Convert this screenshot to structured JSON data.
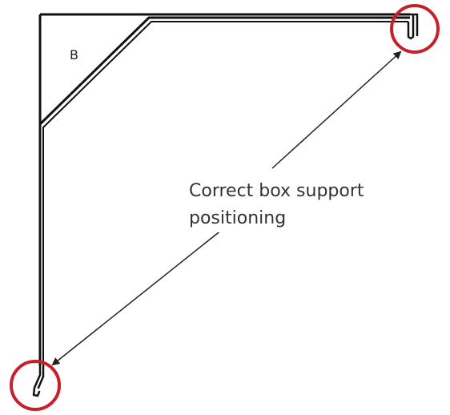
{
  "diagram": {
    "corner_label": "B",
    "caption_line1": "Correct box support",
    "caption_line2": "positioning",
    "colors": {
      "frame": "#111111",
      "highlight_circle": "#c8202a",
      "arrow": "#222222",
      "text": "#333333"
    }
  }
}
